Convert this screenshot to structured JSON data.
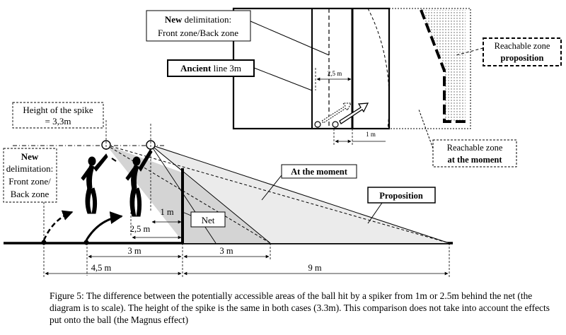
{
  "boxes": {
    "new_delim_top_1": "New",
    "new_delim_top_2": " delimitation:",
    "new_delim_top_3": "Front zone/Back zone",
    "ancient_1": "Ancient",
    "ancient_2": " line 3m",
    "reachable_prop_1": "Reachable zone",
    "reachable_prop_2": "proposition",
    "reachable_moment_1": "Reachable zone",
    "reachable_moment_2": "at the moment",
    "height_1": "Height of the spike",
    "height_2": "= 3,3m",
    "new_delim_left_1": "New",
    "new_delim_left_2": "delimitation:",
    "new_delim_left_3": "Front zone/",
    "new_delim_left_4": "Back zone",
    "at_moment": "At the moment",
    "proposition": "Proposition",
    "net": "Net"
  },
  "dimensions": {
    "top_2_5m": "2,5 m",
    "top_1m": "1 m",
    "d_1m": "1 m",
    "d_2_5m": "2,5 m",
    "d_3m_left": "3 m",
    "d_3m_right": "3 m",
    "d_4_5m": "4,5 m",
    "d_9m": "9 m"
  },
  "caption": "Figure 5: The difference between the potentially accessible areas of the ball hit by a spiker from 1m or 2.5m behind the net (the diagram is to scale). The height of the spike is the same in both cases (3.3m). This comparison does not take into account the effects put onto the ball (the Magnus effect)"
}
